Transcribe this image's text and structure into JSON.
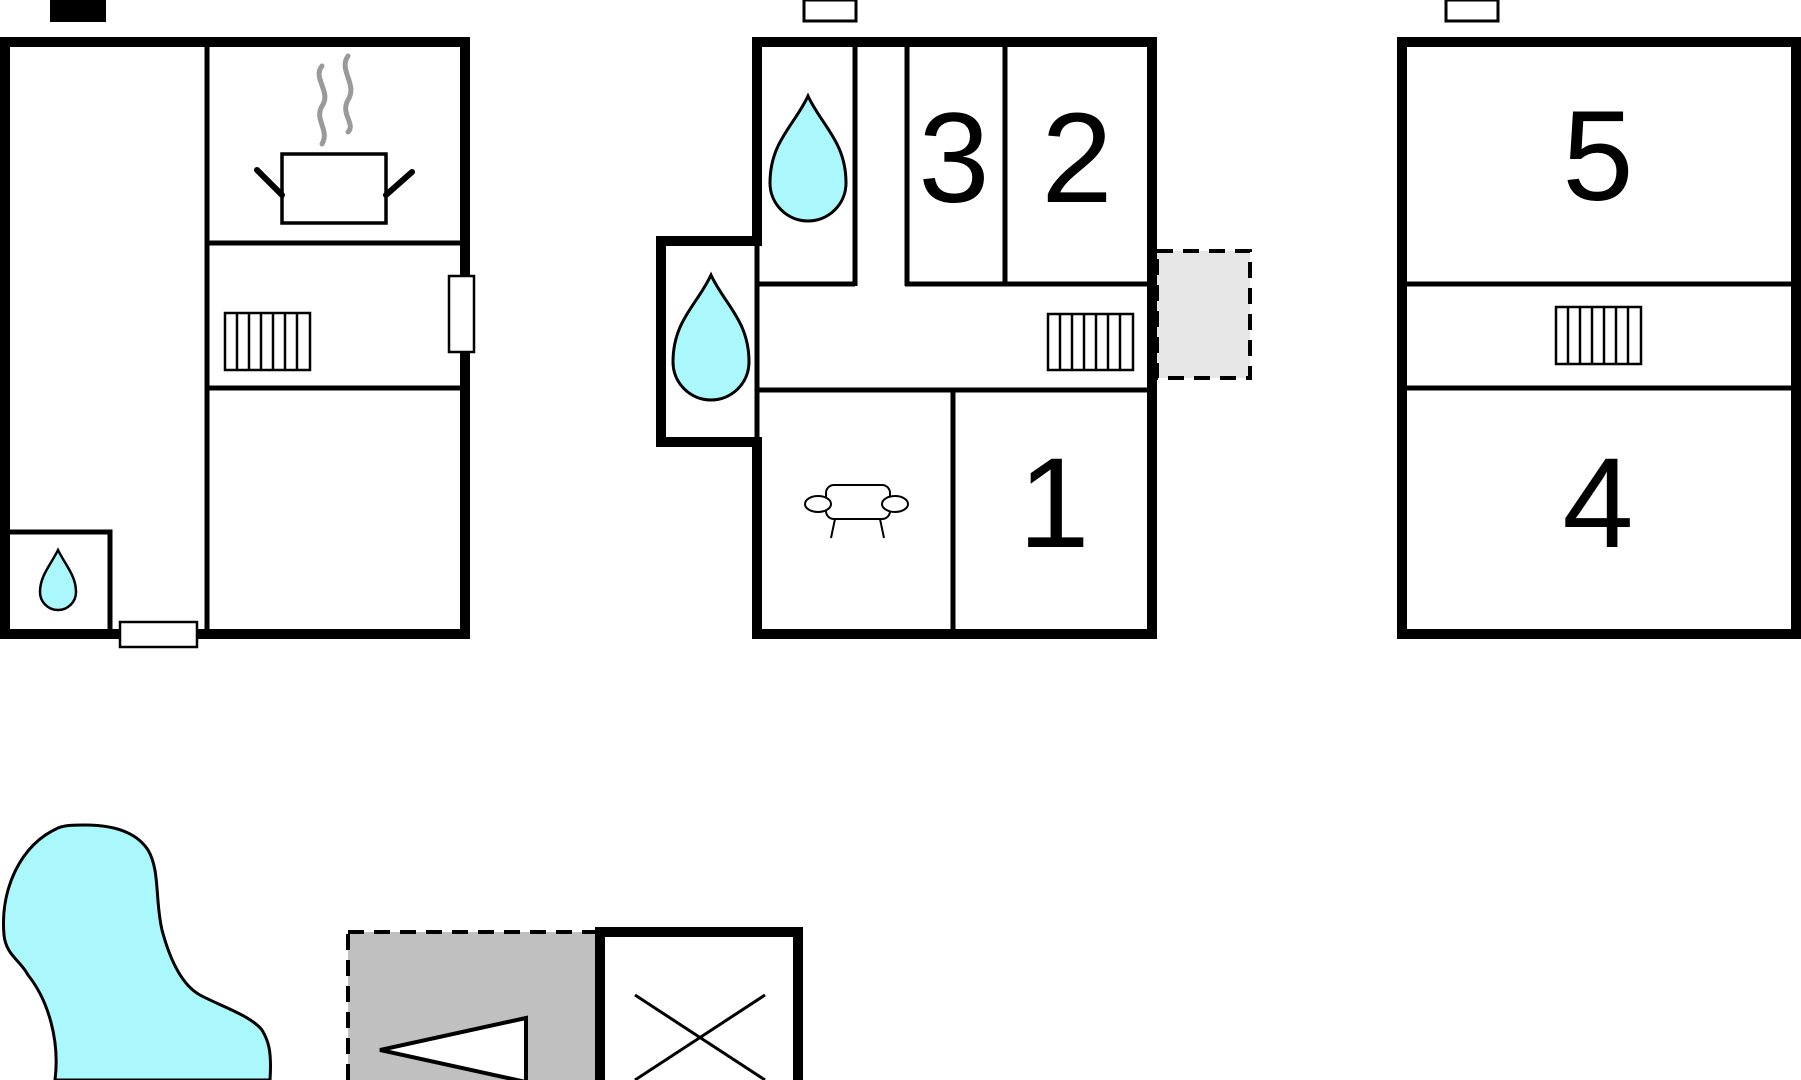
{
  "colors": {
    "water": "#aaf8fc",
    "wall": "#000000",
    "terrace_light": "#e6e6e6",
    "terrace_dark": "#c0c0c0",
    "background": "#ffffff"
  },
  "icons": {
    "cooking_pot": "cooking-pot-icon",
    "radiator": "radiator-icon",
    "water_drop": "water-drop-icon",
    "sofa": "sofa-icon",
    "door": "door-icon",
    "window": "window-icon"
  },
  "rooms": {
    "bedroom_1": "1",
    "bedroom_2": "2",
    "bedroom_3": "3",
    "bedroom_4": "4",
    "bedroom_5": "5"
  }
}
